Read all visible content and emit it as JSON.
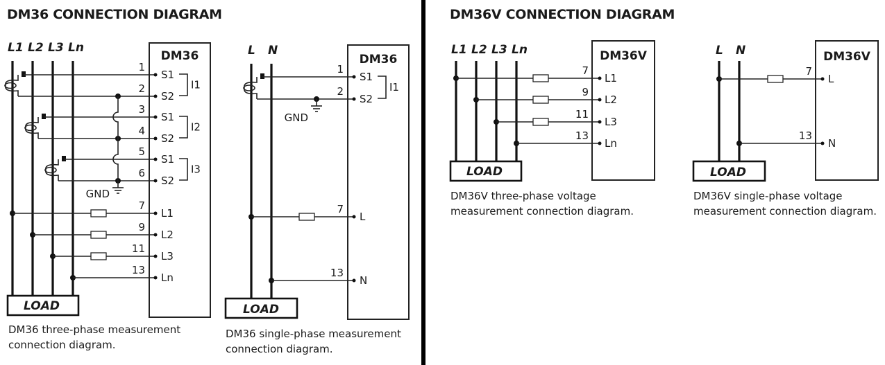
{
  "panels": [
    {
      "title": "DM36 CONNECTION DIAGRAM",
      "diagrams": [
        {
          "id": "dm36-three-phase",
          "device": "DM36",
          "phases": [
            "L1",
            "L2",
            "L3",
            "Ln"
          ],
          "current_inputs": [
            {
              "group": "I1",
              "s1_num": "1",
              "s2_num": "2",
              "s1": "S1",
              "s2": "S2"
            },
            {
              "group": "I2",
              "s1_num": "3",
              "s2_num": "4",
              "s1": "S1",
              "s2": "S2"
            },
            {
              "group": "I3",
              "s1_num": "5",
              "s2_num": "6",
              "s1": "S1",
              "s2": "S2"
            }
          ],
          "gnd": "GND",
          "voltage_inputs": [
            {
              "num": "7",
              "term": "L1",
              "fused": true
            },
            {
              "num": "9",
              "term": "L2",
              "fused": true
            },
            {
              "num": "11",
              "term": "L3",
              "fused": true
            },
            {
              "num": "13",
              "term": "Ln",
              "fused": false
            }
          ],
          "load": "LOAD",
          "caption": [
            "DM36 three-phase measurement",
            "connection diagram."
          ]
        },
        {
          "id": "dm36-single-phase",
          "device": "DM36",
          "phases": [
            "L",
            "N"
          ],
          "current_inputs": [
            {
              "group": "I1",
              "s1_num": "1",
              "s2_num": "2",
              "s1": "S1",
              "s2": "S2"
            }
          ],
          "gnd": "GND",
          "voltage_inputs": [
            {
              "num": "7",
              "term": "L",
              "fused": true
            },
            {
              "num": "13",
              "term": "N",
              "fused": false
            }
          ],
          "load": "LOAD",
          "caption": [
            "DM36 single-phase measurement",
            "connection diagram."
          ]
        }
      ]
    },
    {
      "title": "DM36V CONNECTION DIAGRAM",
      "diagrams": [
        {
          "id": "dm36v-three-phase",
          "device": "DM36V",
          "phases": [
            "L1",
            "L2",
            "L3",
            "Ln"
          ],
          "voltage_inputs": [
            {
              "num": "7",
              "term": "L1",
              "fused": true
            },
            {
              "num": "9",
              "term": "L2",
              "fused": true
            },
            {
              "num": "11",
              "term": "L3",
              "fused": true
            },
            {
              "num": "13",
              "term": "Ln",
              "fused": false
            }
          ],
          "load": "LOAD",
          "caption": [
            "DM36V three-phase voltage",
            "measurement connection diagram."
          ]
        },
        {
          "id": "dm36v-single-phase",
          "device": "DM36V",
          "phases": [
            "L",
            "N"
          ],
          "voltage_inputs": [
            {
              "num": "7",
              "term": "L",
              "fused": true
            },
            {
              "num": "13",
              "term": "N",
              "fused": false
            }
          ],
          "load": "LOAD",
          "caption": [
            "DM36V single-phase voltage",
            "measurement connection diagram."
          ]
        }
      ]
    }
  ]
}
